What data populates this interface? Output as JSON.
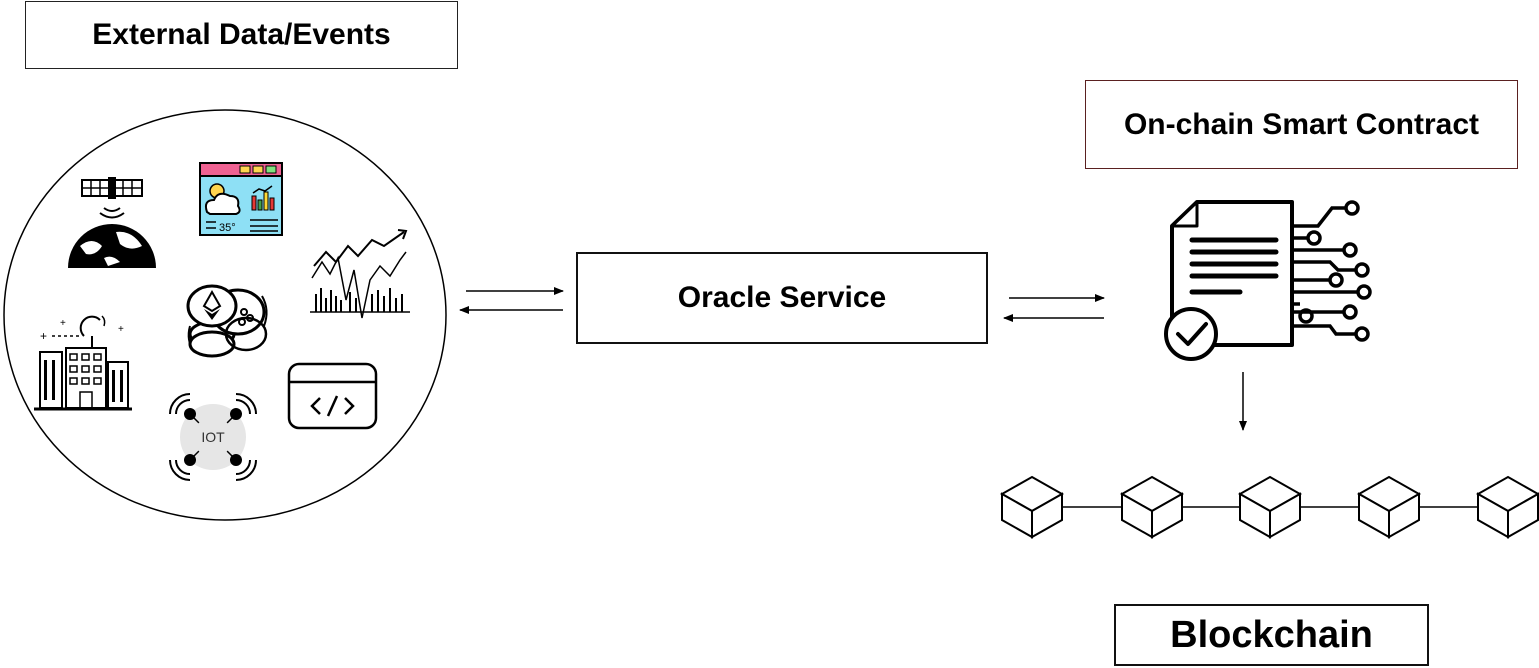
{
  "labels": {
    "external": "External Data/Events",
    "oracle": "Oracle Service",
    "contract": "On-chain Smart Contract",
    "blockchain": "Blockchain",
    "iot": "IOT",
    "temperature": "35°"
  },
  "icons": {
    "sources": [
      "satellite-earth-icon",
      "weather-dashboard-icon",
      "stock-chart-icon",
      "crypto-coins-icon",
      "smart-building-icon",
      "iot-device-icon",
      "code-window-icon"
    ],
    "contract": "smart-contract-document-icon",
    "blocks": [
      "block-cube-icon",
      "block-cube-icon",
      "block-cube-icon",
      "block-cube-icon",
      "block-cube-icon"
    ]
  },
  "colors": {
    "weather_header": "#f06292",
    "weather_body": "#8ee0f5",
    "contract_border": "#5a2020"
  }
}
